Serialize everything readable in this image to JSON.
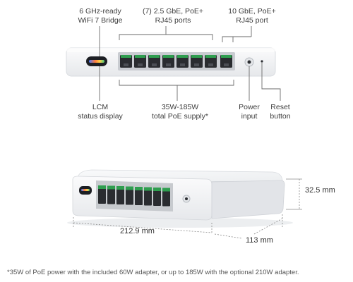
{
  "top_labels": {
    "wifi_bridge": "6 GHz-ready\nWiFi 7 Bridge",
    "ports_25gbe": "(7) 2.5 GbE, PoE+\nRJ45 ports",
    "port_10gbe": "10 GbE, PoE+\nRJ45 port"
  },
  "bottom_labels": {
    "lcm": "LCM\nstatus display",
    "poe_supply": "35W-185W\ntotal PoE supply*",
    "power_input": "Power\ninput",
    "reset_button": "Reset\nbutton"
  },
  "dimensions": {
    "height": "32.5 mm",
    "width": "212.9 mm",
    "depth": "113 mm"
  },
  "footnote": "*35W of PoE power with the included 60W adapter, or up to 185W with the optional 210W adapter.",
  "colors": {
    "device_body": "#f3f4f6",
    "port_green": "#2f9e4f",
    "callout_line": "#6a6a6a"
  }
}
